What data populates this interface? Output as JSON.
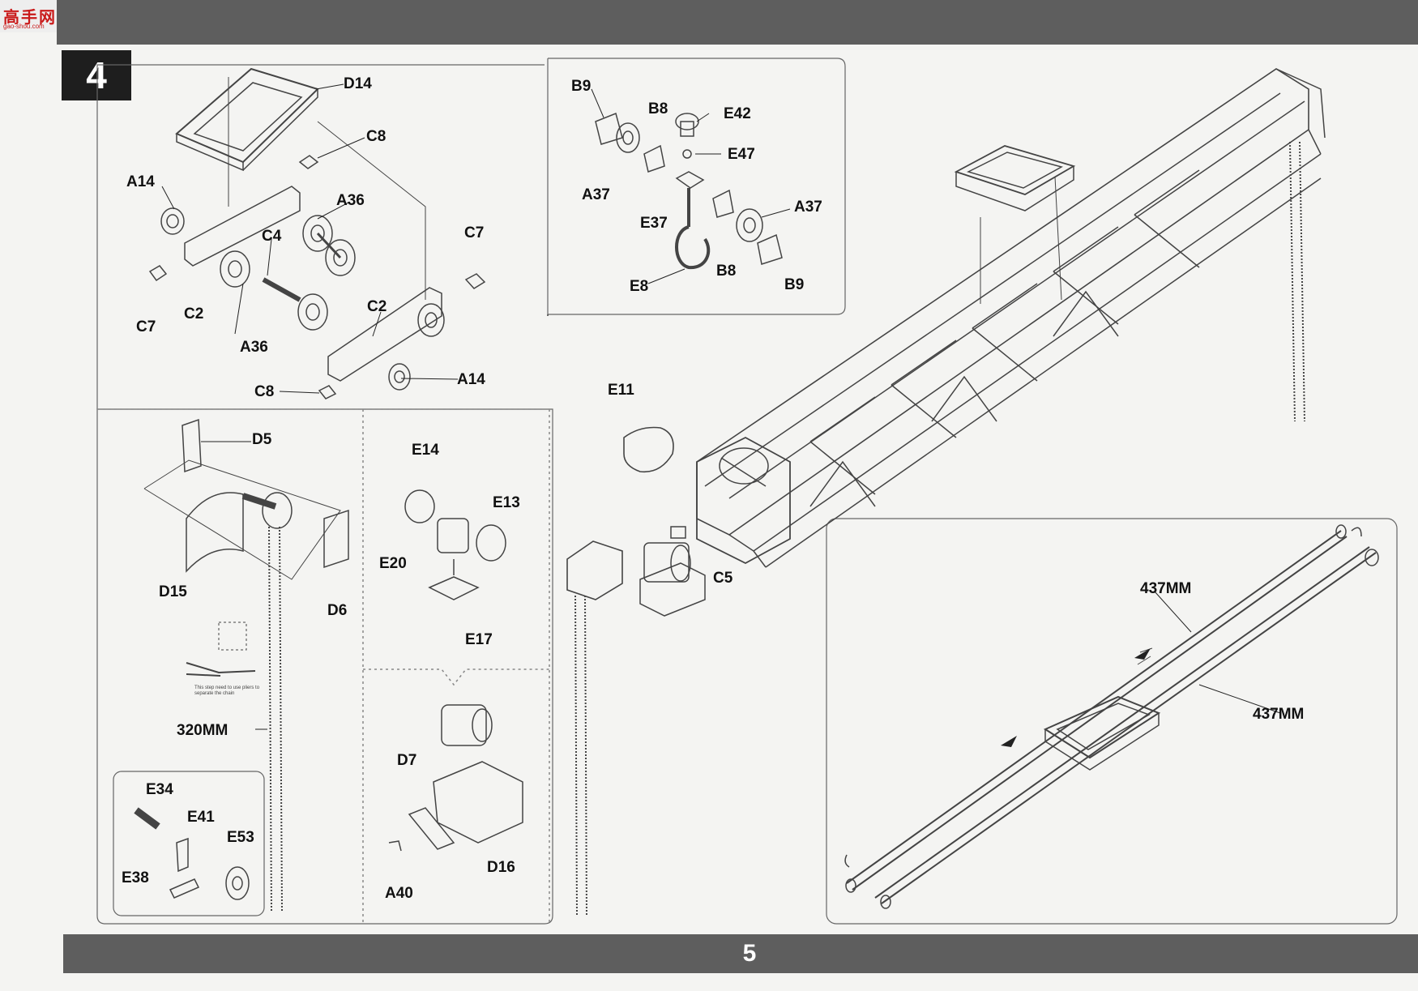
{
  "logo": {
    "brand": "高手网",
    "url_text": "gao-shou.com"
  },
  "page": {
    "step_number": "4",
    "page_number": "5"
  },
  "labels": {
    "D14": "D14",
    "C8_a": "C8",
    "A14_a": "A14",
    "A36_a": "A36",
    "C4": "C4",
    "C7_a": "C7",
    "C7_b": "C7",
    "C2_a": "C2",
    "A36_b": "A36",
    "C2_b": "C2",
    "C8_b": "C8",
    "A14_b": "A14",
    "B9_a": "B9",
    "B8_a": "B8",
    "E42": "E42",
    "E47": "E47",
    "A37_a": "A37",
    "E37": "E37",
    "A37_b": "A37",
    "B8_b": "B8",
    "B9_b": "B9",
    "E8": "E8",
    "D5": "D5",
    "D15": "D15",
    "D6": "D6",
    "len_320": "320MM",
    "E14": "E14",
    "E13": "E13",
    "E20": "E20",
    "E17": "E17",
    "D7": "D7",
    "D16": "D16",
    "A40": "A40",
    "E34": "E34",
    "E41": "E41",
    "E53": "E53",
    "E38": "E38",
    "E11": "E11",
    "C5": "C5",
    "len_437_a": "437MM",
    "len_437_b": "437MM"
  },
  "note": {
    "pliers_text": "This step need to use pliers to separate the chain"
  }
}
